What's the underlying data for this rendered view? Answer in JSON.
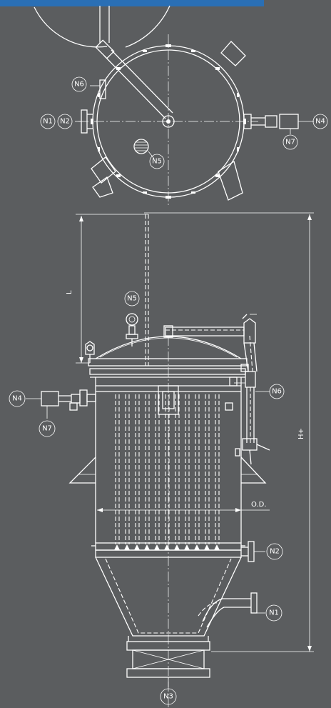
{
  "colors": {
    "background": "#5b5d5f",
    "line": "#ffffff",
    "top_bar": "#2a6fb5"
  },
  "callouts": [
    {
      "id": "n6_top",
      "text": "N6"
    },
    {
      "id": "n1_top",
      "text": "N1"
    },
    {
      "id": "n2_top",
      "text": "N2"
    },
    {
      "id": "n4_top",
      "text": "N4"
    },
    {
      "id": "n7_top",
      "text": "N7"
    },
    {
      "id": "n5_top",
      "text": "N5"
    },
    {
      "id": "n5_side",
      "text": "N5"
    },
    {
      "id": "n6_side",
      "text": "N6"
    },
    {
      "id": "n4_side",
      "text": "N4"
    },
    {
      "id": "n7_side",
      "text": "N7"
    },
    {
      "id": "n2_side",
      "text": "N2"
    },
    {
      "id": "n1_side",
      "text": "N1"
    },
    {
      "id": "n3_side",
      "text": "N3"
    }
  ],
  "dimensions": {
    "length": "L",
    "height": "H+",
    "diameter": "O.D."
  }
}
